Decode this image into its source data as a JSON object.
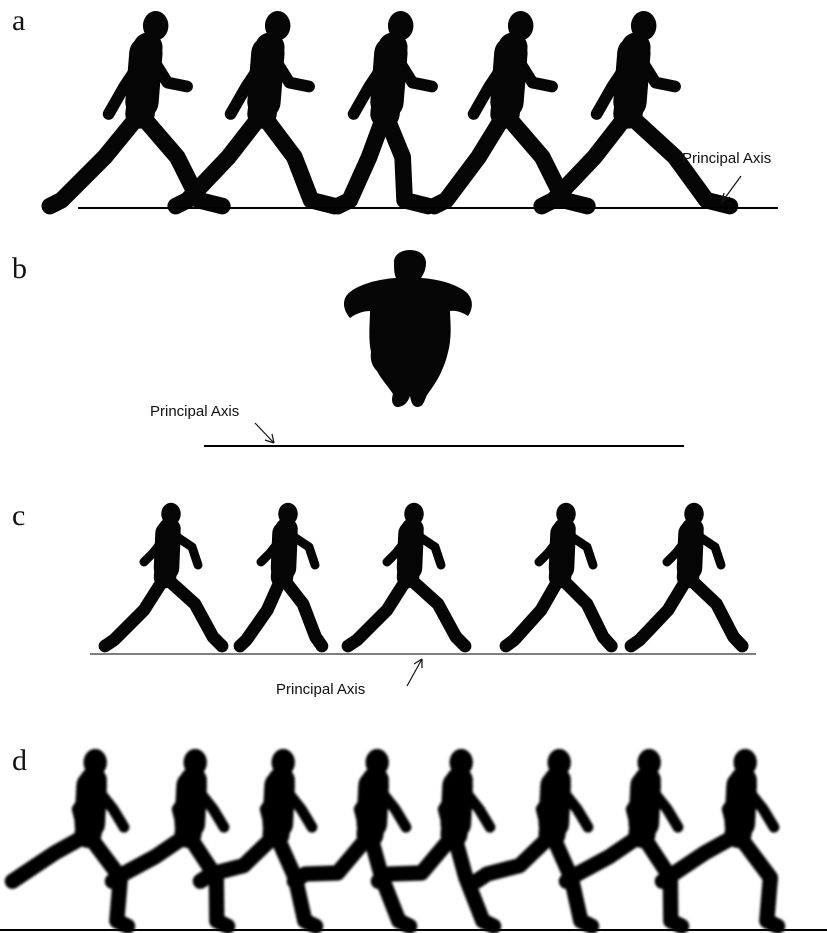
{
  "panels": [
    {
      "id": "a",
      "letter": "a",
      "axis_label": "Principal Axis",
      "figure_count": 5,
      "view": "walking, side view"
    },
    {
      "id": "b",
      "letter": "b",
      "axis_label": "Principal Axis",
      "figure_count": 1,
      "view": "walking, frontal view"
    },
    {
      "id": "c",
      "letter": "c",
      "axis_label": "Principal Axis",
      "figure_count": 5,
      "view": "running, side view"
    },
    {
      "id": "d",
      "letter": "d",
      "figure_count": 8,
      "view": "running, side view"
    }
  ],
  "colors": {
    "silhouette": "#050505",
    "background": "#ffffff",
    "line": "#000000"
  }
}
